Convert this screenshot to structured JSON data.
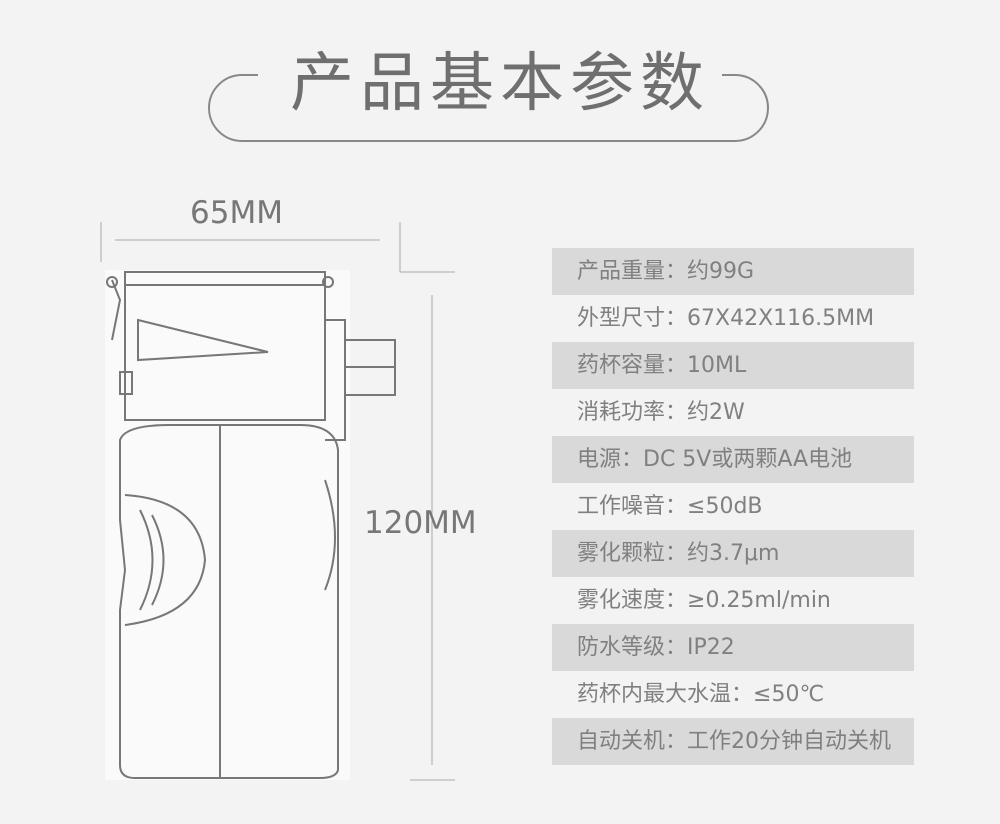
{
  "title": "产品基本参数",
  "dimensions": {
    "width_label": "65MM",
    "height_label": "120MM"
  },
  "specs": [
    {
      "label": "产品重量：",
      "value": "约99G"
    },
    {
      "label": "外型尺寸：",
      "value": "67X42X116.5MM"
    },
    {
      "label": "药杯容量：",
      "value": "10ML"
    },
    {
      "label": "消耗功率：",
      "value": "约2W"
    },
    {
      "label": "电源：",
      "value": "DC 5V或两颗AA电池"
    },
    {
      "label": "工作噪音：",
      "value": "≤50dB"
    },
    {
      "label": "雾化颗粒：",
      "value": "约3.7μm"
    },
    {
      "label": "雾化速度：",
      "value": "≥0.25ml/min"
    },
    {
      "label": "防水等级：",
      "value": "IP22"
    },
    {
      "label": "药杯内最大水温：",
      "value": "≤50℃"
    },
    {
      "label": "自动关机：",
      "value": "工作20分钟自动关机"
    }
  ]
}
